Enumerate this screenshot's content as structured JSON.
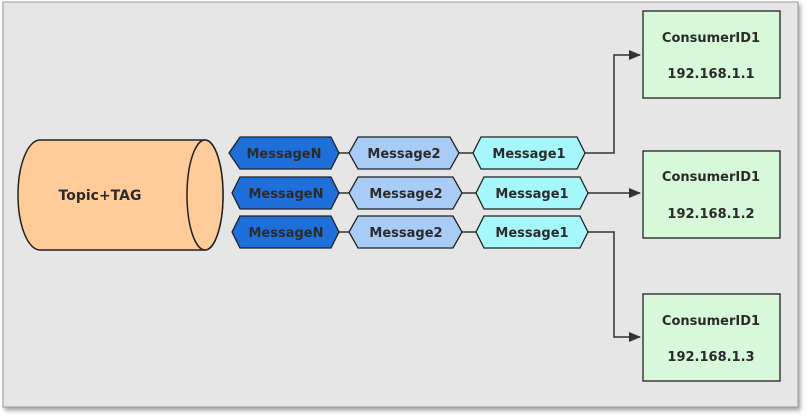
{
  "topic": {
    "label": "Topic+TAG"
  },
  "queues": [
    {
      "messages": [
        "MessageN",
        "Message2",
        "Message1"
      ]
    },
    {
      "messages": [
        "MessageN",
        "Message2",
        "Message1"
      ]
    },
    {
      "messages": [
        "MessageN",
        "Message2",
        "Message1"
      ]
    }
  ],
  "consumers": [
    {
      "name": "ConsumerID1",
      "ip": "192.168.1.1"
    },
    {
      "name": "ConsumerID1",
      "ip": "192.168.1.2"
    },
    {
      "name": "ConsumerID1",
      "ip": "192.168.1.3"
    }
  ],
  "colors": {
    "background": "#e6e6e6",
    "cylinder": "#ffcc99",
    "messageN": "#1e6fd9",
    "message2": "#a8ccf5",
    "message1": "#a6f7fb",
    "consumer": "#d7f8d9",
    "stroke": "#222222"
  }
}
